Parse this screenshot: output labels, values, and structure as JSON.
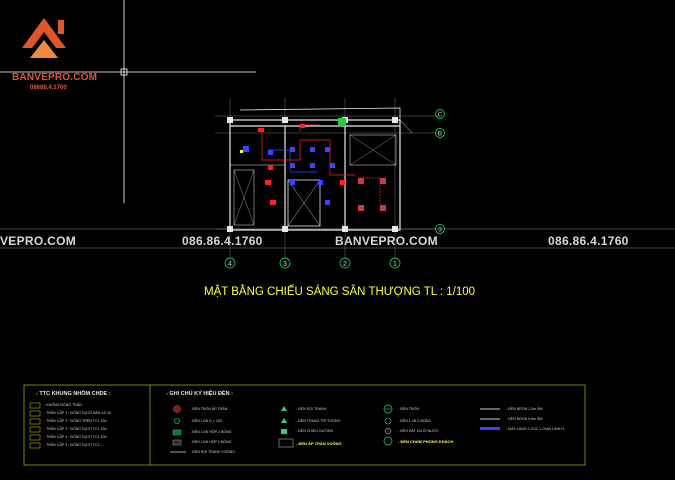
{
  "brand": {
    "name": "BANVEPRO.COM",
    "phone": "08686.4.1760"
  },
  "watermarks": {
    "left": "VEPRO.COM",
    "phone1": "086.86.4.1760",
    "center": "BANVEPRO.COM",
    "phone2": "086.86.4.1760"
  },
  "drawing": {
    "title": "MẶT BẰNG CHIẾU SÁNG SÂN THƯỢNG TL : 1/100",
    "row_axes": [
      "C",
      "B",
      "3"
    ],
    "col_axes": [
      "4",
      "3",
      "2",
      "1"
    ]
  },
  "legend_left": {
    "heading": "- TTC KHUNG NHÔM CHDE :",
    "items": [
      "- KHÔNG ĐÓNG TRẦN",
      "- TRẦN CẤP 1 : ĐÓNG DƯỚI SÀN VÀ 30",
      "- TRẦN CẤP 2 : ĐÓNG TRÊN TC1 150",
      "- TRẦN CẤP 2 : ĐÓNG DƯỚI TC1 150",
      "- TRẦN CẤP 4 : ĐÓNG DƯỚI TC1 300",
      "- TRẦN CẤP 3 : ĐÓNG DƯỚI TC1 ..."
    ]
  },
  "legend_right": {
    "heading": "- GHI CHÚ KÝ HIỆU ĐÈN :",
    "col1": [
      "- ĐÈN TRÒN ẤP TRẦN",
      "- ĐÈN LON D = 100",
      "- ĐÈN LON HỘP 2 BÓNG",
      "- ĐÈN LON HỘP 2 BÓNG",
      "- ĐÈN RỌI TRANH 3 BÓNG"
    ],
    "col2": [
      "- ĐÈN RỌI TRANH",
      "- ĐÈN TRANG TRÍ TƯỜNG",
      "- ĐÈN CHIẾU GƯƠNG",
      "- ĐÈN ÁP TRẦN VUÔNG"
    ],
    "col3": [
      "- ĐÈN TRÒN",
      "- ĐÈN 1 2N 2 BÓNG",
      "- ĐÈN HẮT DƯỚI NƯỚC",
      "- ĐÈN CHÙM PHÒNG KHÁCH"
    ],
    "col4": [
      "- ĐÈN NEON 1.2m ÂM",
      "- ĐÈN NEON 0.6m ÂM",
      "- MÁY LẠNH 2 CỤC 1 GIAN LẠNH 1"
    ]
  },
  "colors": {
    "background": "#000000",
    "brand": "#e2552a",
    "title": "#ffff3c",
    "axis": "#00ff66",
    "wall": "#e8e8e8",
    "fixture_blue": "#3a43ff",
    "fixture_red": "#ff2020",
    "legend_box": "#d4d400"
  }
}
